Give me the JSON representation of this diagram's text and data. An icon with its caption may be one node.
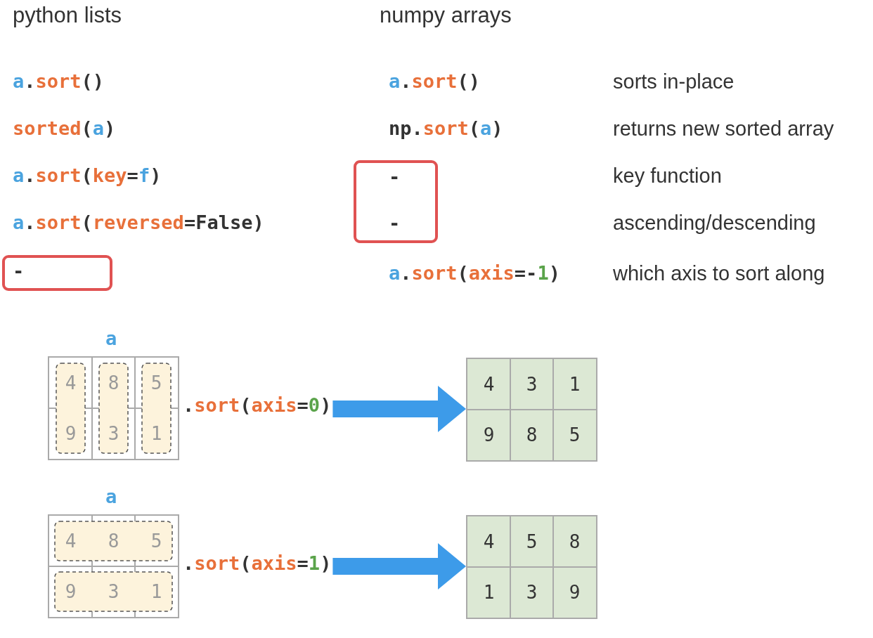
{
  "diagram": {
    "nodes": [
      {
        "text": [
          "-",
          "-"
        ]
      },
      {
        "text": [
          "-"
        ]
      },
      {
        "text": [
          "a",
          "4",
          "8",
          "5",
          "9",
          "3",
          "1"
        ],
        "beside": [
          ".sort(axis=0)"
        ]
      },
      {
        "text": [
          "4",
          "3",
          "1",
          "9",
          "8",
          "5"
        ]
      },
      {
        "text": [
          "a",
          "4",
          "8",
          "5",
          "9",
          "3",
          "1"
        ],
        "beside": [
          ".sort(axis=1)"
        ]
      },
      {
        "text": [
          "4",
          "5",
          "8",
          "1",
          "3",
          "9"
        ]
      }
    ],
    "edges": [
      {
        "from": 2,
        "to": 3,
        "arrow": "to",
        "color": "#3d9be9"
      },
      {
        "from": 4,
        "to": 5,
        "arrow": "to",
        "color": "#3d9be9"
      }
    ],
    "labels": [
      "python lists",
      "numpy arrays",
      "a.sort()",
      "a.sort()",
      "sorts in-place",
      "sorted(a)",
      "np.sort(a)",
      "returns new sorted array",
      "a.sort(key=f)",
      "key function",
      "a.sort(reversed=False)",
      "ascending/descending",
      "a.sort(axis=-1)",
      "which axis to sort along"
    ]
  }
}
